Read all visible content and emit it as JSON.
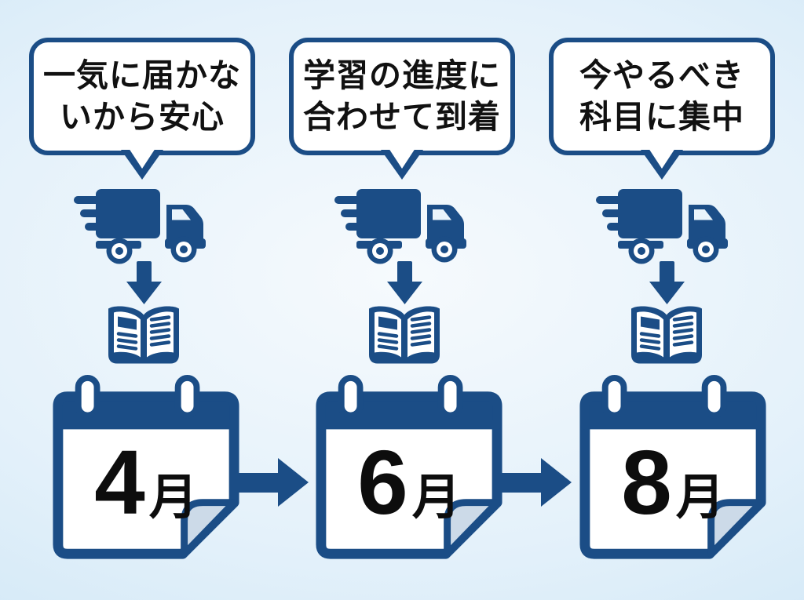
{
  "columns": [
    {
      "bubble": {
        "line1": "一気に届かな",
        "line2": "いから安心"
      },
      "month": {
        "number": "4",
        "suffix": "月"
      }
    },
    {
      "bubble": {
        "line1": "学習の進度に",
        "line2": "合わせて到着"
      },
      "month": {
        "number": "6",
        "suffix": "月"
      }
    },
    {
      "bubble": {
        "line1": "今やるべき",
        "line2": "科目に集中"
      },
      "month": {
        "number": "8",
        "suffix": "月"
      }
    }
  ],
  "icons": {
    "truck": "delivery-truck-icon",
    "down_arrow": "down-arrow-icon",
    "book": "open-book-icon",
    "calendar": "calendar-icon",
    "flow_arrow": "right-arrow-icon"
  },
  "colors": {
    "accent_blue": "#1b4d86",
    "bubble_background": "#ffffff",
    "text_black": "#111111",
    "fold_corner": "#ccdae8",
    "background_center": "#f6fafd",
    "background_edge": "#c6e2f5"
  }
}
